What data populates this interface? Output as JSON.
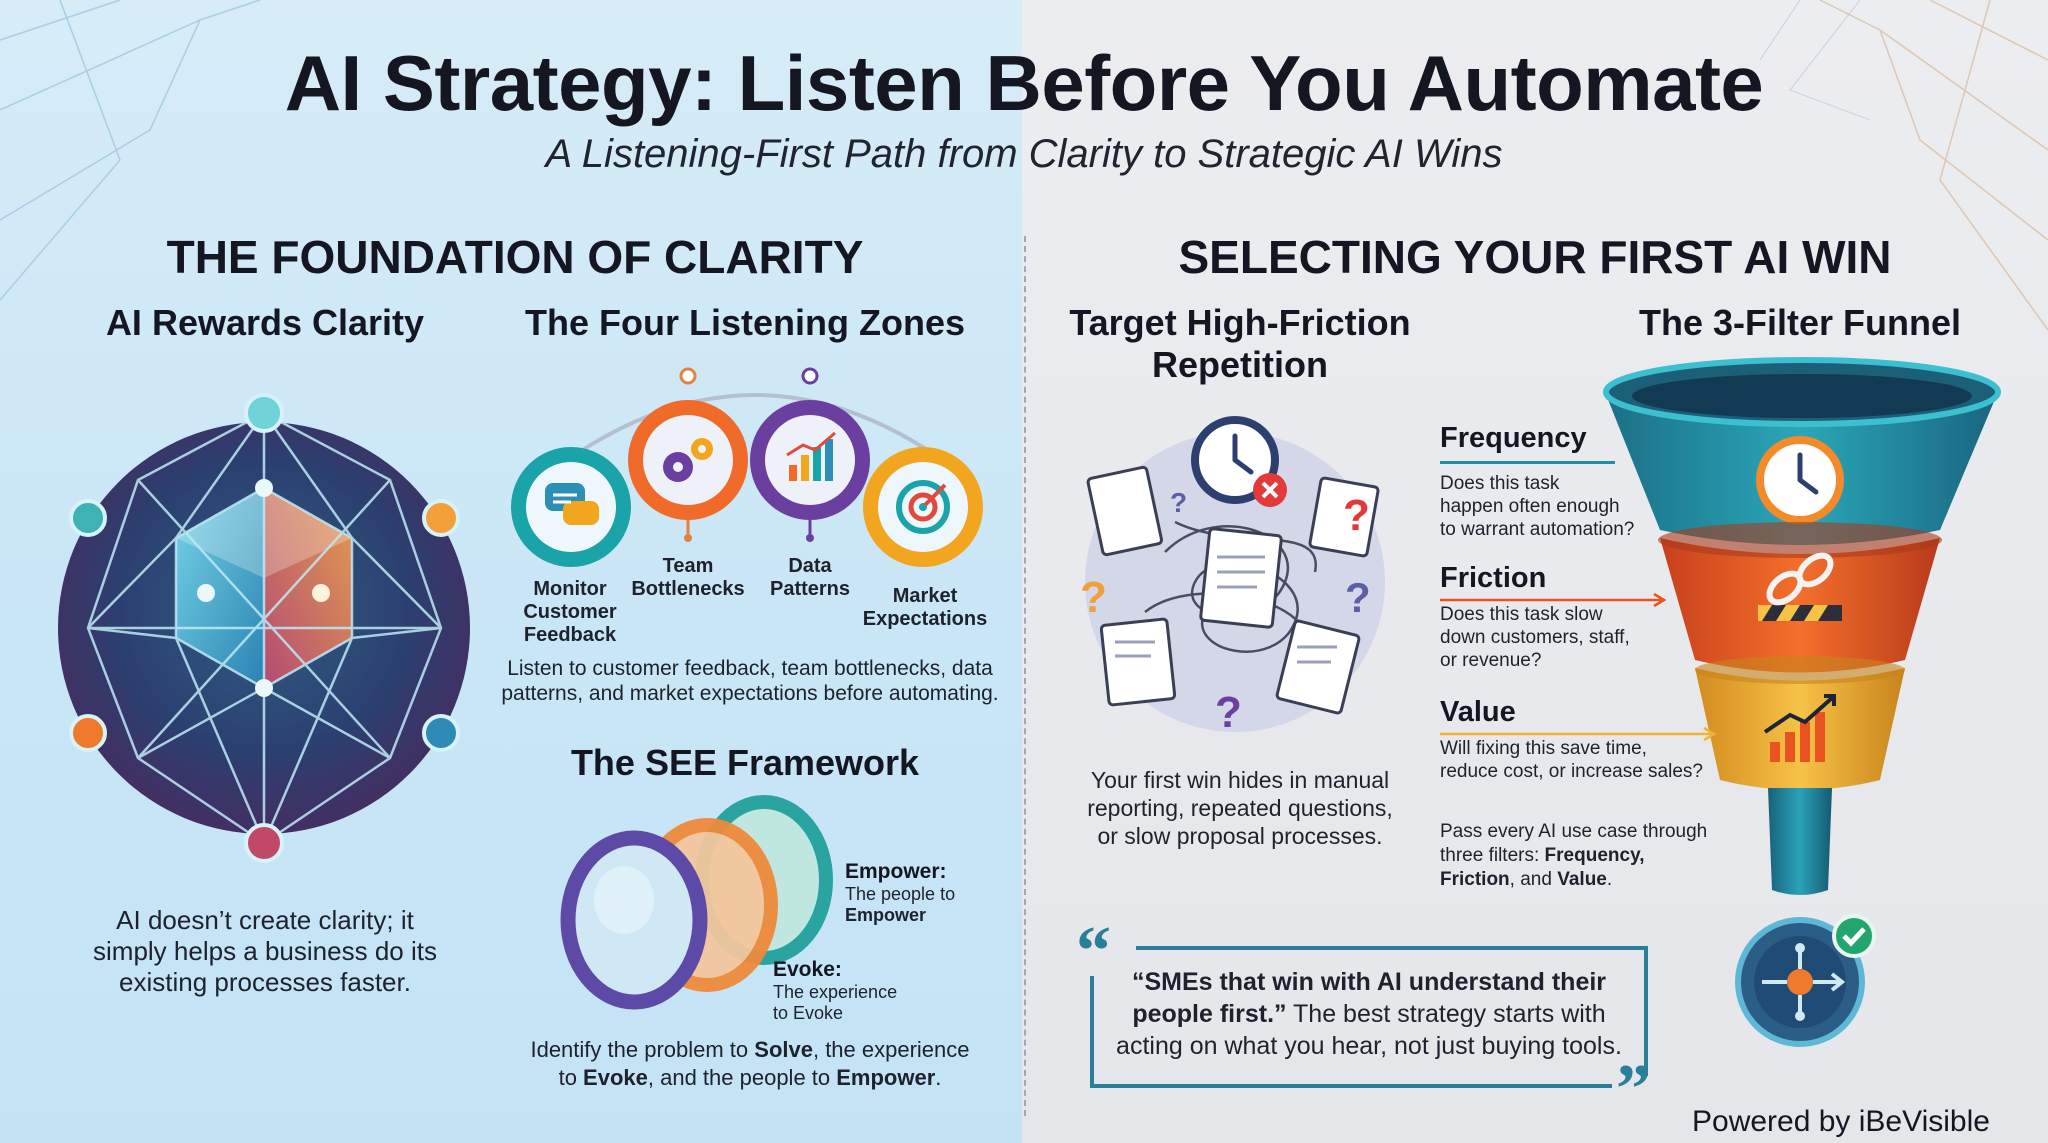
{
  "header": {
    "title": "AI Strategy: Listen Before You Automate",
    "subtitle": "A Listening-First Path from Clarity to Strategic AI Wins"
  },
  "left": {
    "section_title": "THE FOUNDATION OF CLARITY",
    "clarity": {
      "heading": "AI Rewards Clarity",
      "icon": "geometric-crystal-network-icon",
      "body_lines": [
        "AI doesn’t create clarity; it",
        "simply helps a business do its",
        "existing processes faster."
      ]
    },
    "zones": {
      "heading": "The Four Listening Zones",
      "items": [
        {
          "label_lines": [
            "Monitor",
            "Customer",
            "Feedback"
          ],
          "icon": "chat-bubbles-icon",
          "color": "#1aa3a8"
        },
        {
          "label_lines": [
            "Team",
            "Bottlenecks"
          ],
          "icon": "gears-icon",
          "color": "#f06a2a"
        },
        {
          "label_lines": [
            "Data",
            "Patterns"
          ],
          "icon": "bar-chart-icon",
          "color": "#6b3fa0"
        },
        {
          "label_lines": [
            "Market",
            "Expectations"
          ],
          "icon": "target-icon",
          "color": "#f2a51f"
        }
      ],
      "body_lines": [
        "Listen to customer feedback, team bottlenecks, data",
        "patterns, and market expectations before automating."
      ]
    },
    "see": {
      "heading": "The SEE Framework",
      "icon": "lenses-icon",
      "empower": {
        "label": "Empower:",
        "line1": "The people to",
        "line2": "Empower"
      },
      "evoke": {
        "label": "Evoke:",
        "line1": "The experience",
        "line2": "to Evoke"
      },
      "body": {
        "l1_a": "Identify the problem to ",
        "l1_b": "Solve",
        "l1_c": ", the experience",
        "l2_a": "to ",
        "l2_b": "Evoke",
        "l2_c": ", and the people to ",
        "l2_d": "Empower",
        "l2_e": "."
      }
    }
  },
  "right": {
    "section_title": "SELECTING YOUR FIRST AI WIN",
    "friction": {
      "heading_lines": [
        "Target High-Friction",
        "Repetition"
      ],
      "icon": "paperwork-chaos-icon",
      "body_lines": [
        "Your first win hides in manual",
        "reporting, repeated questions,",
        "or slow proposal processes."
      ]
    },
    "funnel": {
      "heading": "The 3-Filter Funnel",
      "filters": [
        {
          "name": "Frequency",
          "question_lines": [
            "Does this task",
            "happen often enough",
            "to warrant automation?"
          ],
          "icon": "clock-icon",
          "color": "#1f8ea3"
        },
        {
          "name": "Friction",
          "question_lines": [
            "Does this task slow",
            "down customers, staff,",
            "or revenue?"
          ],
          "icon": "broken-chain-icon",
          "color": "#e8531f"
        },
        {
          "name": "Value",
          "question_lines": [
            "Will fixing this save time,",
            "reduce cost, or increase sales?"
          ],
          "icon": "growth-chart-icon",
          "color": "#f0b431"
        }
      ],
      "summary": {
        "l1": "Pass every AI use case through",
        "l2_a": "three filters: ",
        "l2_b": "Frequency,",
        "l3_a": "Friction",
        "l3_b": ", and ",
        "l3_c": "Value",
        "l3_d": "."
      }
    },
    "quote": {
      "bold_l1": "“SMEs that win with AI understand their",
      "bold_l2": "people first.”",
      "rest_l2": " The best strategy starts with",
      "l3": "acting on what you hear, not just buying tools."
    },
    "badge_icon": "ai-process-check-icon"
  },
  "footer": {
    "powered_by": "Powered by iBeVisible"
  }
}
